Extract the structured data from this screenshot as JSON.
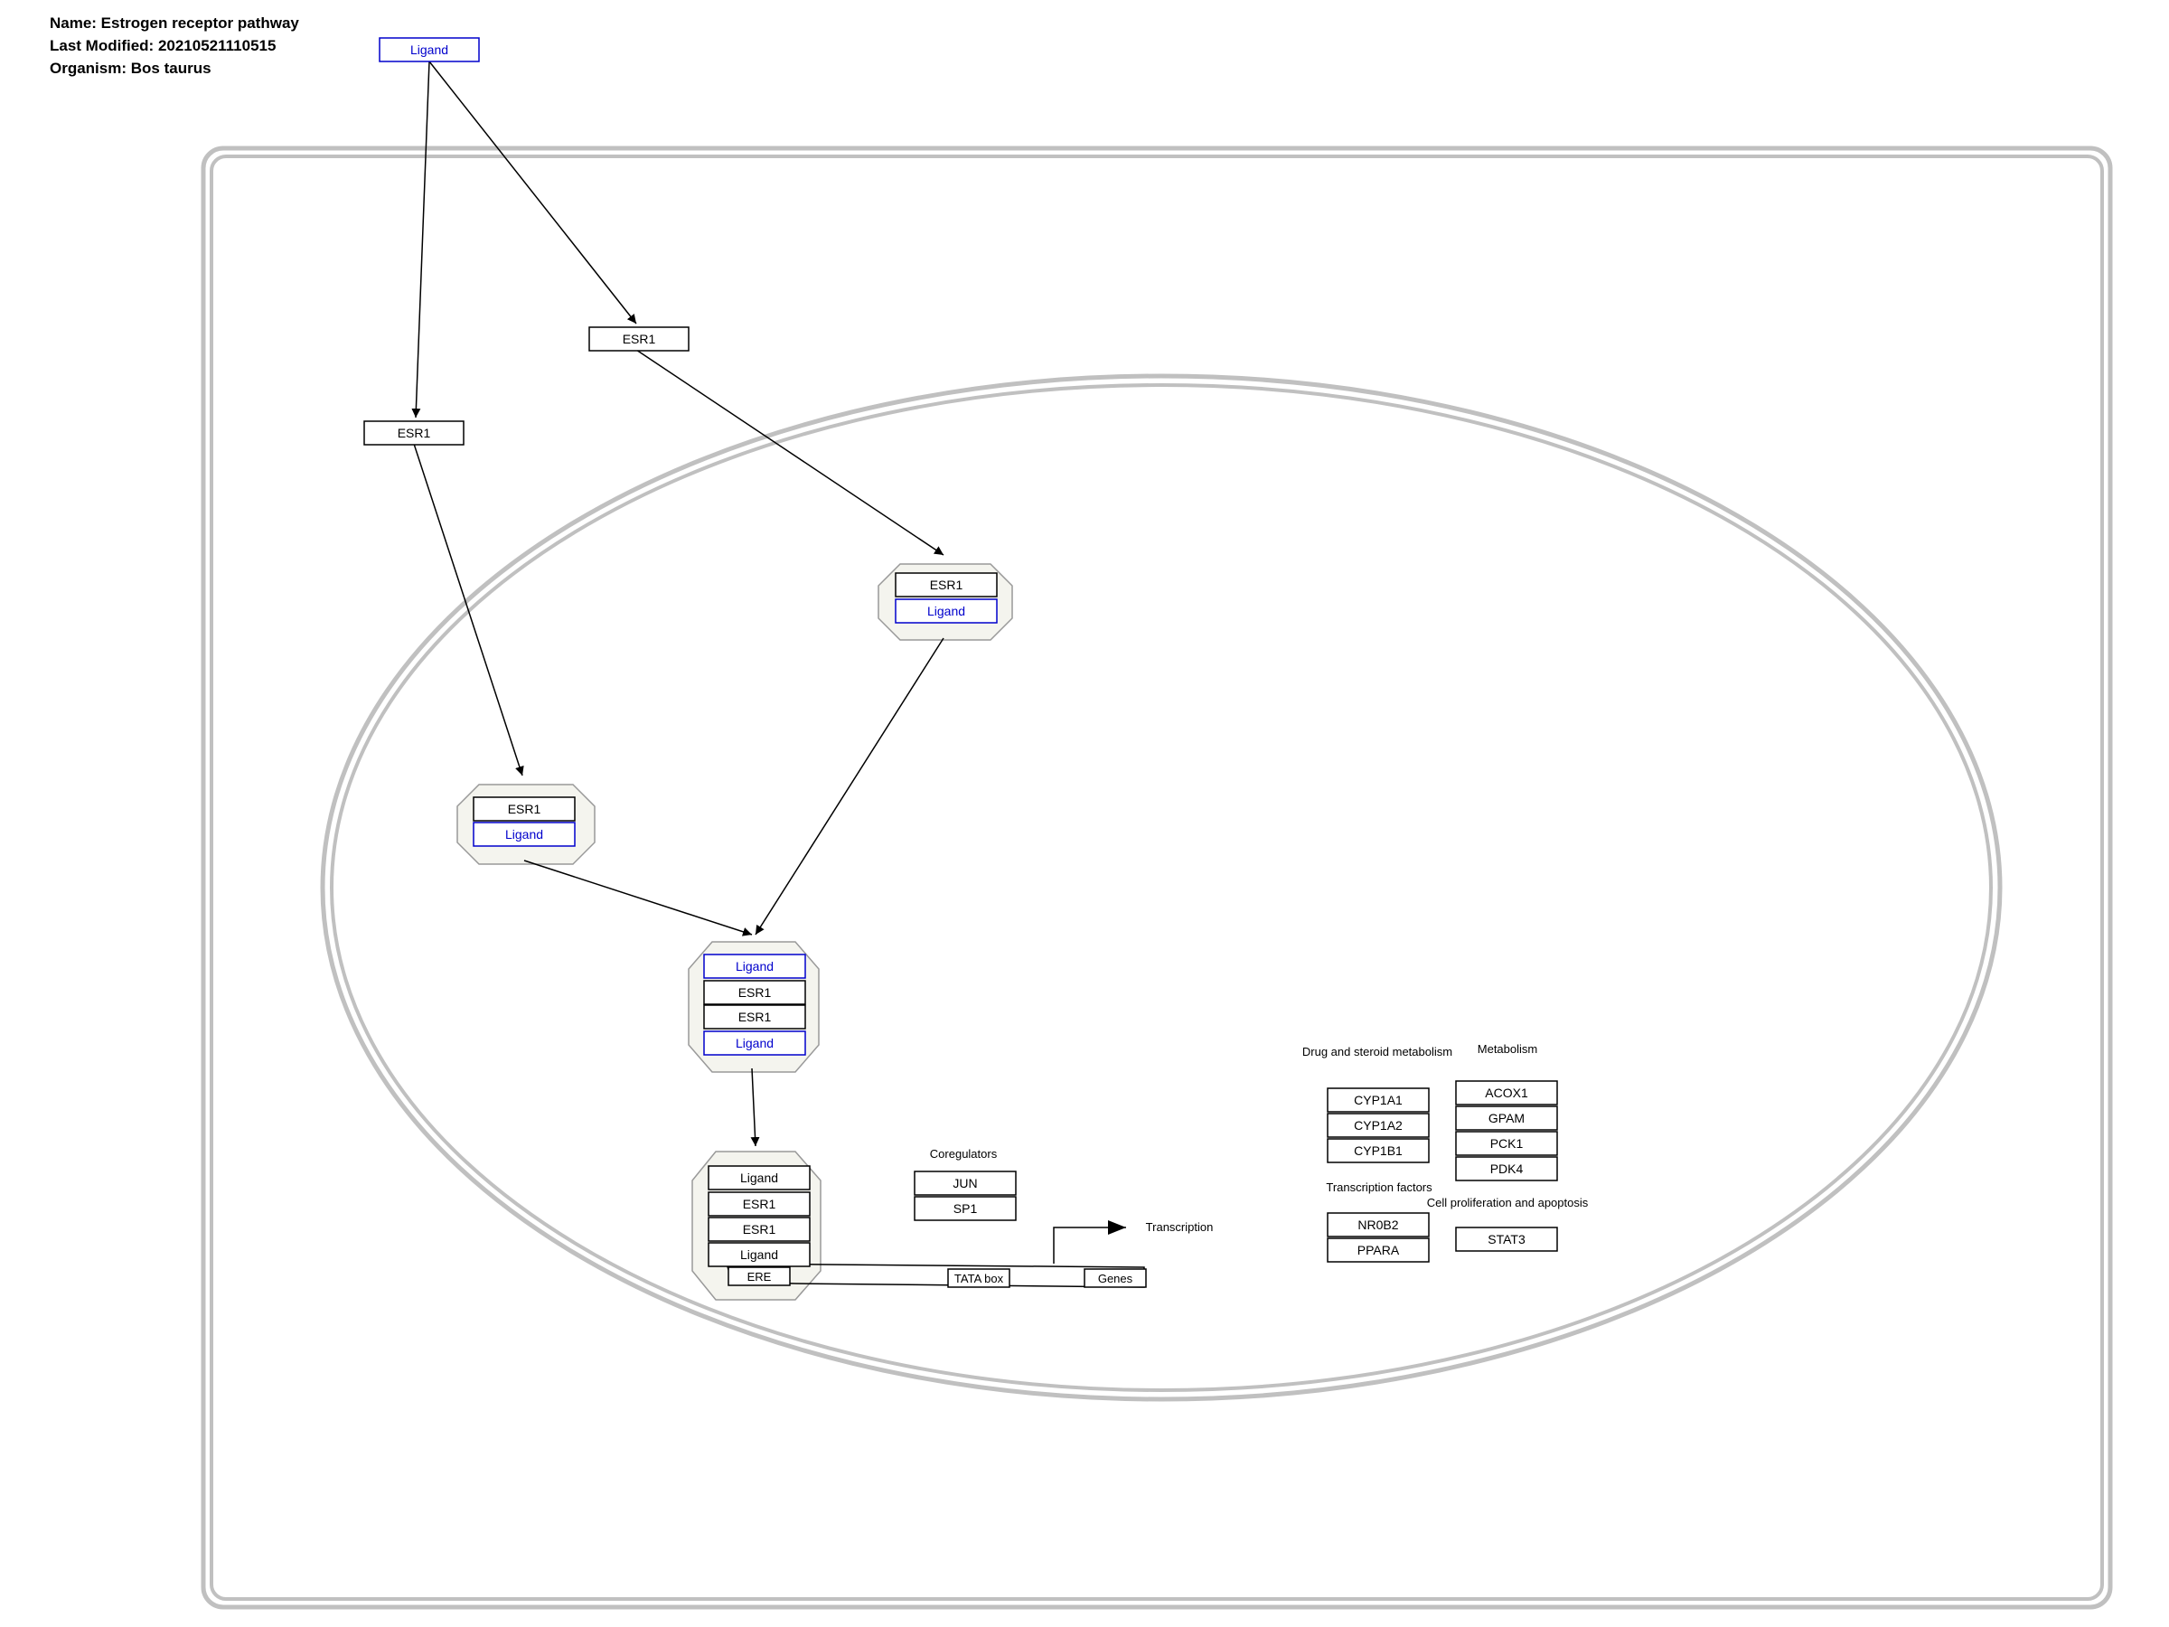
{
  "header": {
    "name": "Name: Estrogen receptor pathway",
    "modified": "Last Modified: 20210521110515",
    "organism": "Organism: Bos taurus"
  },
  "colors": {
    "gene": "#000000",
    "metabolite": "#0000cc",
    "complex_fill": "#f4f4ee",
    "complex_stroke": "#999999",
    "compartment": "#c0c0c0",
    "edge": "#000000"
  },
  "nodes": {
    "ligand_top": "Ligand",
    "esr1_a": "ESR1",
    "esr1_b": "ESR1",
    "c1_esr1": "ESR1",
    "c1_ligand": "Ligand",
    "c2_esr1": "ESR1",
    "c2_ligand": "Ligand",
    "c3_ligand1": "Ligand",
    "c3_esr1a": "ESR1",
    "c3_esr1b": "ESR1",
    "c3_ligand2": "Ligand",
    "c4_ligand1": "Ligand",
    "c4_esr1a": "ESR1",
    "c4_esr1b": "ESR1",
    "c4_ligand2": "Ligand",
    "ere": "ERE",
    "tata": "TATA box",
    "genes": "Genes",
    "jun": "JUN",
    "sp1": "SP1",
    "cyp1a1": "CYP1A1",
    "cyp1a2": "CYP1A2",
    "cyp1b1": "CYP1B1",
    "acox1": "ACOX1",
    "gpam": "GPAM",
    "pck1": "PCK1",
    "pdk4": "PDK4",
    "nr0b2": "NR0B2",
    "ppara": "PPARA",
    "stat3": "STAT3"
  },
  "labels": {
    "coregulators": "Coregulators",
    "drug_metabolism": "Drug and steroid metabolism",
    "metabolism": "Metabolism",
    "transcription_factors": "Transcription factors",
    "cell_prolif": "Cell proliferation and apoptosis",
    "transcription": "Transcription"
  }
}
